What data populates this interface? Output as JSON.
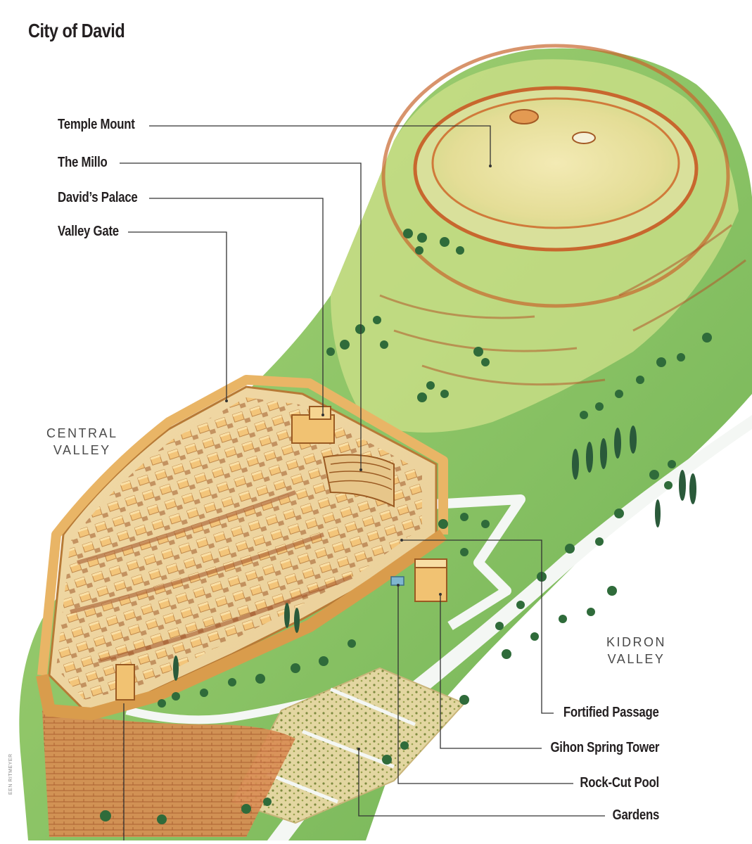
{
  "title": "City of David",
  "labels": {
    "temple_mount": "Temple Mount",
    "the_millo": "The Millo",
    "davids_palace": "David’s Palace",
    "valley_gate": "Valley Gate",
    "fortified_passage": "Fortified Passage",
    "gihon_spring_tower": "Gihon Spring Tower",
    "rock_cut_pool": "Rock-Cut Pool",
    "gardens": "Gardens"
  },
  "regions": {
    "central_valley": "CENTRAL\nVALLEY",
    "kidron_valley": "KIDRON\nVALLEY"
  },
  "credit": "EEN RITMEYER",
  "colors": {
    "hill_green": "#8cc466",
    "hill_light": "#cfe08a",
    "summit": "#eee6a8",
    "terrace_line": "#c8672e",
    "wall": "#e9b566",
    "houses": "#f0c77e",
    "path": "#f4f7f4",
    "tree": "#2f6b3a",
    "leader": "#333333"
  }
}
